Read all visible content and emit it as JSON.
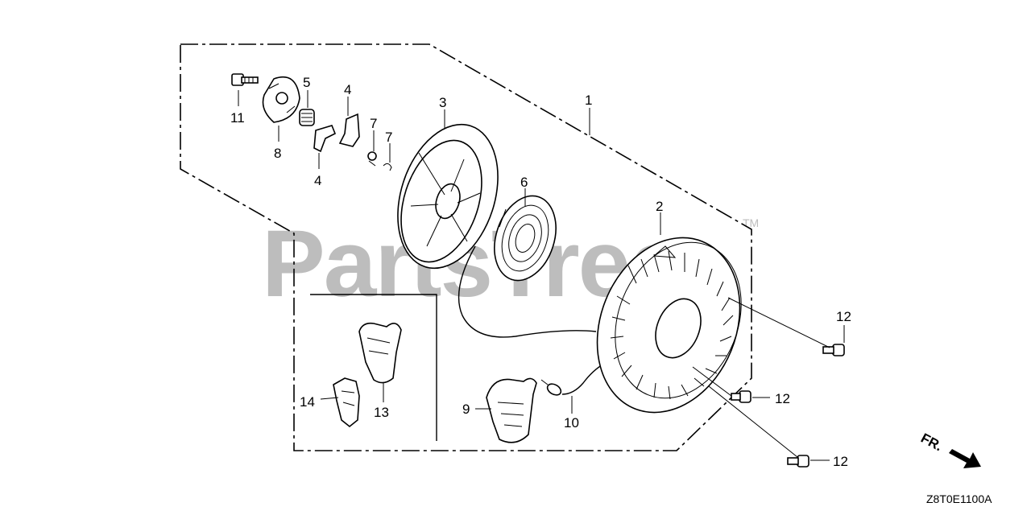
{
  "watermark": {
    "text": "PartsTree",
    "trademark": "TM"
  },
  "diagram_code": "Z8T0E1100A",
  "direction_indicator": "FR.",
  "callouts": {
    "c1": "1",
    "c2": "2",
    "c3": "3",
    "c4a": "4",
    "c4b": "4",
    "c5": "5",
    "c6": "6",
    "c7a": "7",
    "c7b": "7",
    "c8": "8",
    "c9": "9",
    "c10": "10",
    "c11": "11",
    "c12a": "12",
    "c12b": "12",
    "c12c": "12",
    "c13": "13",
    "c14": "14"
  }
}
